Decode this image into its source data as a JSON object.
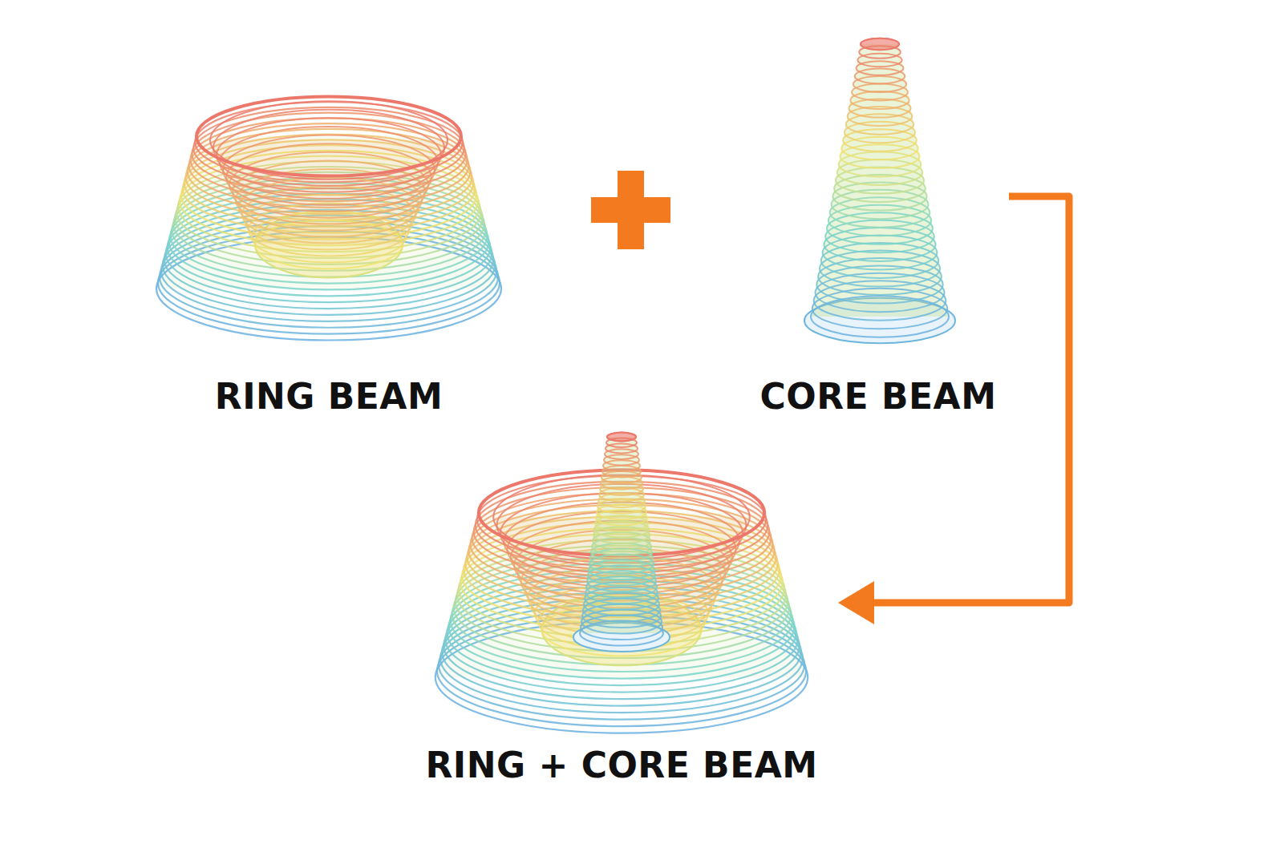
{
  "diagram": {
    "nodes": [
      {
        "text": [
          "RING BEAM"
        ]
      },
      {
        "text": [
          "CORE BEAM"
        ]
      },
      {
        "text": [
          "RING + CORE BEAM"
        ]
      }
    ],
    "edges": [
      {
        "from": 1,
        "to": 2,
        "arrow": "to"
      }
    ]
  }
}
